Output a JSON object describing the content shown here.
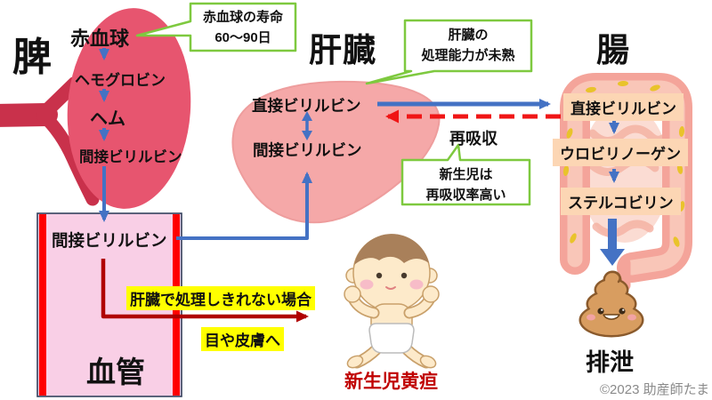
{
  "sections": {
    "spleen": {
      "title": "脾"
    },
    "liver": {
      "title": "肝臓"
    },
    "intestine": {
      "title": "腸"
    }
  },
  "spleen_chain": {
    "node1": "赤血球",
    "node2": "ヘモグロビン",
    "node3": "ヘム",
    "node4": "間接ビリルビン"
  },
  "callouts": {
    "rbc_lifespan": {
      "line1": "赤血球の寿命",
      "line2": "60〜90日"
    },
    "liver_capacity": {
      "line1": "肝臓の",
      "line2": "処理能力が未熟"
    },
    "reabsorption": {
      "line1": "新生児は",
      "line2": "再吸収率高い"
    }
  },
  "liver_chain": {
    "direct": "直接ビリルビン",
    "indirect": "間接ビリルビン"
  },
  "reabsorption_label": "再吸収",
  "intestine_chain": {
    "node1": "直接ビリルビン",
    "node2": "ウロビリノーゲン",
    "node3": "ステルコビリン"
  },
  "vessel": {
    "node": "間接ビリルビン",
    "overflow_case": "肝臓で処理しきれない場合",
    "destination": "目や皮膚へ",
    "label": "血管"
  },
  "jaundice_caption": "新生児黄疸",
  "excretion_label": "排泄",
  "copyright": "©2023 助産師たま",
  "colors": {
    "arrow_blue": "#4472c4",
    "arrow_red": "#f01515",
    "arrow_dark_red": "#b00000",
    "callout_green": "#7ec93f",
    "highlight_yellow": "#ffff00",
    "vessel_fill": "#f9cfe6",
    "vessel_wall_red": "#ff0000",
    "vessel_outline": "#33425e",
    "intestine_label_bg": "#fcd6b4",
    "jaundice_red": "#c00000",
    "copyright_gray": "#8a8a8a",
    "spleen_pink": "#e7556f",
    "spleen_vessel_red": "#c9314b",
    "liver_pink": "#f5a8a8",
    "intestine_pink": "#f4a49a"
  }
}
